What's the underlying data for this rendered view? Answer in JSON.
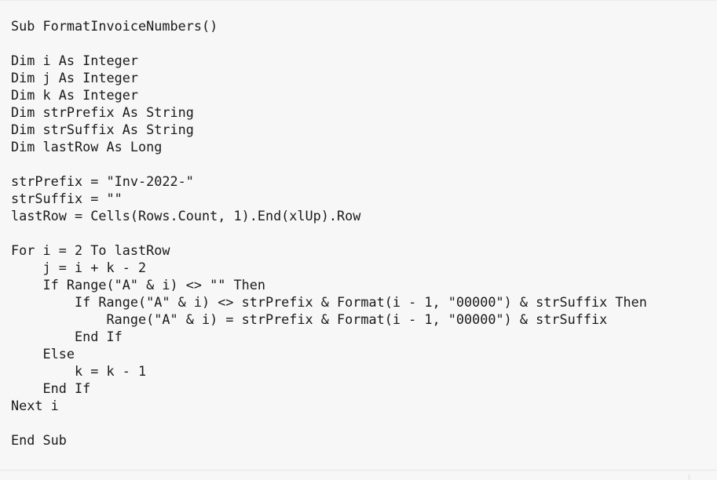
{
  "document": {
    "kind": "code-snippet",
    "language": "VBA",
    "procedure_name": "FormatInvoiceNumbers",
    "background_color": "#f7f7f7",
    "text_color": "#1a1a1a",
    "border_color": "#ececec"
  },
  "code": {
    "lines": [
      "Sub FormatInvoiceNumbers()",
      "",
      "Dim i As Integer",
      "Dim j As Integer",
      "Dim k As Integer",
      "Dim strPrefix As String",
      "Dim strSuffix As String",
      "Dim lastRow As Long",
      "",
      "strPrefix = \"Inv-2022-\"",
      "strSuffix = \"\"",
      "lastRow = Cells(Rows.Count, 1).End(xlUp).Row",
      "",
      "For i = 2 To lastRow",
      "    j = i + k - 2",
      "    If Range(\"A\" & i) <> \"\" Then",
      "        If Range(\"A\" & i) <> strPrefix & Format(i - 1, \"00000\") & strSuffix Then",
      "            Range(\"A\" & i) = strPrefix & Format(i - 1, \"00000\") & strSuffix",
      "        End If",
      "    Else",
      "        k = k - 1",
      "    End If",
      "Next i",
      "",
      "End Sub"
    ]
  }
}
